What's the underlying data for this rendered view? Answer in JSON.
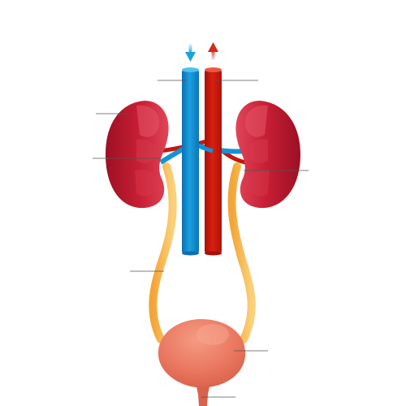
{
  "diagram": {
    "type": "urinary-system-illustration",
    "structures": [
      {
        "name": "left-kidney",
        "color": "#b8172c"
      },
      {
        "name": "right-kidney",
        "color": "#b8172c"
      },
      {
        "name": "vena-cava",
        "color": "#1393d4"
      },
      {
        "name": "aorta",
        "color": "#c8160b"
      },
      {
        "name": "left-ureter",
        "color": "#f7b848"
      },
      {
        "name": "right-ureter",
        "color": "#f7b848"
      },
      {
        "name": "bladder",
        "color": "#ec7a63"
      },
      {
        "name": "urethra",
        "color": "#d9624b"
      }
    ],
    "flow_arrows": [
      {
        "name": "inflow-arrow",
        "direction": "down",
        "color": "#1aa3dd"
      },
      {
        "name": "outflow-arrow",
        "direction": "up",
        "color": "#d42a1c"
      }
    ],
    "label_lines_color": "#555555",
    "labels": []
  }
}
